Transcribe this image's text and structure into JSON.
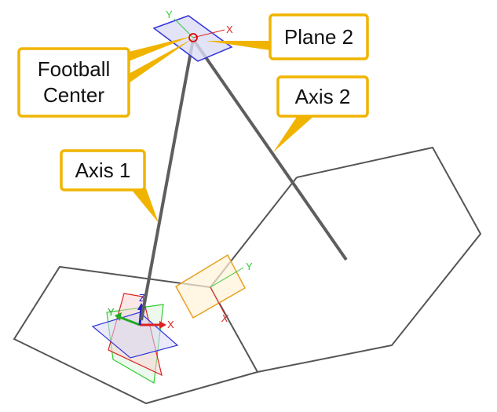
{
  "callouts": {
    "plane2": "Plane 2",
    "football_center_line1": "Football",
    "football_center_line2": "Center",
    "axis2": "Axis 2",
    "axis1": "Axis 1"
  },
  "triad_labels": {
    "top_x": "X",
    "top_y": "Y",
    "mid_y": "Y",
    "mid_x": "X",
    "bottom_x": "X",
    "bottom_y": "Y",
    "bottom_z": "Z"
  },
  "colors": {
    "callout_border": "#f0b400",
    "callout_fill": "#ffffff",
    "edge": "#555555",
    "axis_line": "#5e5e5e",
    "plane_blue": "#3333dd",
    "plane_orange": "#e8a020",
    "plane_green": "#33cc33",
    "plane_red": "#dd2222",
    "center_marker": "#dd0000"
  }
}
